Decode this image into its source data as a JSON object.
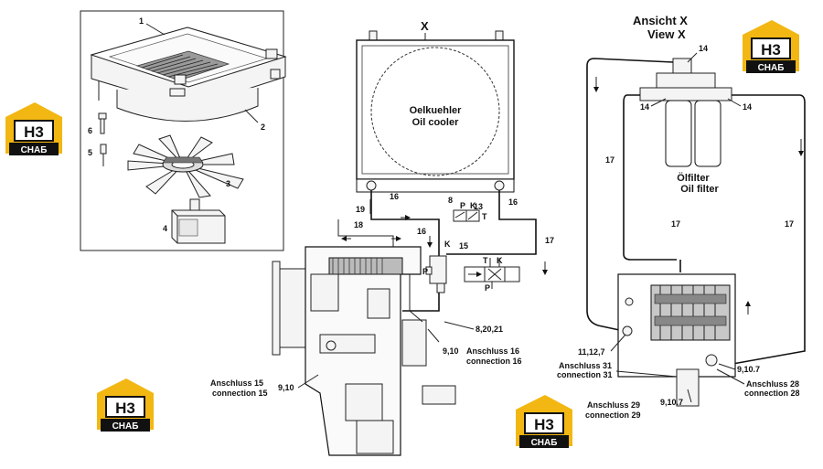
{
  "labels": {
    "view_x_de": "Ansicht X",
    "view_x_en": "View X",
    "x_mark": "X",
    "oil_cooler_de": "Oelkuehler",
    "oil_cooler_en": "Oil cooler",
    "oil_filter_de": "Ölfilter",
    "oil_filter_en": "Oil filter",
    "conn15_de": "Anschluss 15",
    "conn15_en": "connection 15",
    "conn16_de": "Anschluss 16",
    "conn16_en": "connection 16",
    "conn31_de": "Anschluss 31",
    "conn31_en": "connection 31",
    "conn28_de": "Anschluss 28",
    "conn28_en": "connection 28",
    "conn29_de": "Anschluss 29",
    "conn29_en": "connection 29"
  },
  "callouts": {
    "c1": "1",
    "c2": "2",
    "c3": "3",
    "c4": "4",
    "c5": "5",
    "c6": "6",
    "c8": "8",
    "c13": "13",
    "c14a": "14",
    "c14b": "14",
    "c14c": "14",
    "c15": "15",
    "c16a": "16",
    "c16b": "16",
    "c16c": "16",
    "c17a": "17",
    "c17b": "17",
    "c17c": "17",
    "c17d": "17",
    "c18": "18",
    "c19": "19",
    "c8_20_21": "8,20,21",
    "c9_10a": "9,10",
    "c9_10b": "9,10",
    "c9_10_7a": "9,10.7",
    "c9_10_7b": "9,10.7",
    "c11_12_7": "11,12,7",
    "valve_p": "P",
    "valve_t": "T",
    "valve_k": "K",
    "valve2_p": "P",
    "valve2_t": "T",
    "k_mark": "K",
    "p_mark": "P"
  },
  "logo": {
    "text_top": "H3",
    "text_bottom": "СНАБ",
    "colors": {
      "house": "#f2b713",
      "plate": "#111111",
      "text": "#ffffff"
    }
  }
}
